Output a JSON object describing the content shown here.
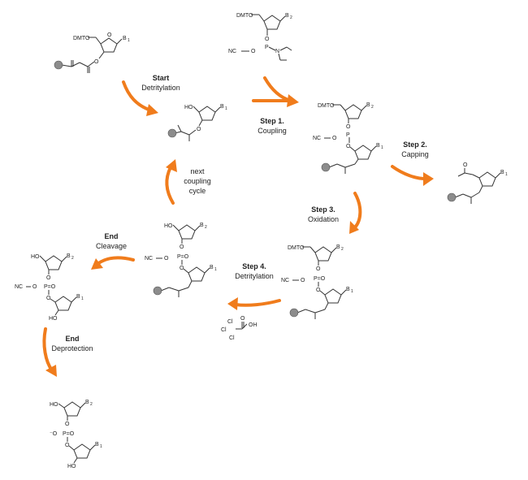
{
  "colors": {
    "arrow": "#f07c1c",
    "bond": "#333333",
    "bead": "#8c8c8c"
  },
  "labels": {
    "start": {
      "title": "Start",
      "sub": "Detritylation"
    },
    "step1": {
      "title": "Step 1.",
      "sub": "Coupling"
    },
    "step2": {
      "title": "Step 2.",
      "sub": "Capping"
    },
    "step3": {
      "title": "Step 3.",
      "sub": "Oxidation"
    },
    "step4": {
      "title": "Step 4.",
      "sub": "Detritylation"
    },
    "next": {
      "line1": "next",
      "line2": "coupling",
      "line3": "cycle"
    },
    "cleave": {
      "title": "End",
      "sub": "Cleavage"
    },
    "deprot": {
      "title": "End",
      "sub": "Deprotection"
    }
  },
  "atoms": {
    "dmto": "DMTO",
    "ho": "HO",
    "b1": "B",
    "b2": "B",
    "sub1": "1",
    "sub2": "2",
    "o": "O",
    "p": "P",
    "n": "N",
    "nc": "NC",
    "cl": "Cl",
    "oh": "OH",
    "po": "P=O",
    "ominus": "⁻O"
  }
}
